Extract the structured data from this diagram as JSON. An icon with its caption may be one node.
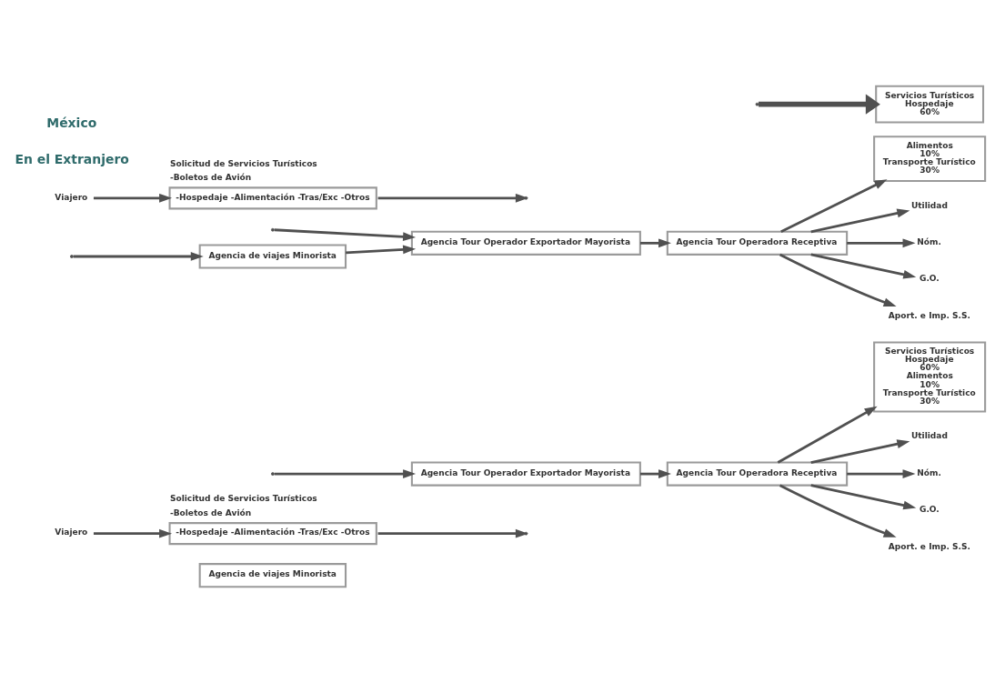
{
  "diagram": {
    "nodes": [
      {
        "text": [
          "Agencia de viajes Minorista"
        ]
      },
      {
        "text": [
          "Viajero"
        ]
      },
      {
        "text": [
          "-Hospedaje -Alimentación -Tras/Exc -Otros"
        ],
        "beside": [
          "Solicitud de Servicios Turísticos",
          "-Boletos de Avión"
        ]
      },
      {
        "text": [
          "Agencia Tour Operador Exportador Mayorista"
        ]
      },
      {
        "text": [
          "Agencia Tour Operadora Receptiva"
        ]
      },
      {
        "text": [
          "Servicios Turísticos",
          "Hospedaje",
          "60%",
          "Alimentos",
          "10%",
          "Transporte Turístico",
          "30%"
        ]
      },
      {
        "text": [
          "Utilidad"
        ]
      },
      {
        "text": [
          "Nóm."
        ]
      },
      {
        "text": [
          "G.O."
        ]
      },
      {
        "text": [
          "Aport. e Imp. S.S."
        ]
      },
      {
        "text": [
          "Agencia de viajes Minorista"
        ]
      },
      {
        "text": [
          "Agencia Tour Operador Exportador Mayorista"
        ]
      },
      {
        "text": [
          "Agencia Tour Operadora Receptiva"
        ]
      },
      {
        "text": [
          "Servicios Turísticos",
          "Hospedaje",
          "60%"
        ]
      },
      {
        "text": [
          "Alimentos",
          "10%",
          "Transporte Turístico",
          "30%"
        ]
      },
      {
        "text": [
          "Viajero"
        ]
      },
      {
        "text": [
          "-Hospedaje -Alimentación -Tras/Exc -Otros"
        ],
        "beside": [
          "Solicitud de Servicios Turísticos",
          "-Boletos de Avión"
        ]
      },
      {
        "text": [
          "Utilidad"
        ]
      },
      {
        "text": [
          "Nóm."
        ]
      },
      {
        "text": [
          "G.O."
        ]
      },
      {
        "text": [
          "Aport. e Imp. S.S."
        ]
      }
    ],
    "edges": [
      {
        "from": 1,
        "to": 2,
        "arrow": "to"
      },
      {
        "from": 2,
        "to": null,
        "arrow": "to"
      },
      {
        "from": null,
        "to": 3,
        "arrow": "to"
      },
      {
        "from": 3,
        "to": 4,
        "arrow": "to"
      },
      {
        "from": 4,
        "to": 5,
        "arrow": "to"
      },
      {
        "from": 4,
        "to": 6,
        "arrow": "to"
      },
      {
        "from": 4,
        "to": 7,
        "arrow": "to"
      },
      {
        "from": 4,
        "to": 8,
        "arrow": "to"
      },
      {
        "from": 4,
        "to": 9,
        "arrow": "to"
      },
      {
        "from": null,
        "to": 10,
        "arrow": "to"
      },
      {
        "from": 10,
        "to": 11,
        "arrow": "to"
      },
      {
        "from": 15,
        "to": 16,
        "arrow": "to"
      },
      {
        "from": 16,
        "to": null,
        "arrow": "to"
      },
      {
        "from": null,
        "to": 11,
        "arrow": "to"
      },
      {
        "from": 11,
        "to": 12,
        "arrow": "to"
      },
      {
        "from": null,
        "to": 13,
        "arrow": "to",
        "style": "thick"
      },
      {
        "from": 12,
        "to": 14,
        "arrow": "to"
      },
      {
        "from": 12,
        "to": 17,
        "arrow": "to"
      },
      {
        "from": 12,
        "to": 18,
        "arrow": "to"
      },
      {
        "from": 12,
        "to": 19,
        "arrow": "to"
      },
      {
        "from": 12,
        "to": 20,
        "arrow": "to"
      }
    ],
    "labels": [
      "En el Extranjero",
      "México"
    ]
  }
}
